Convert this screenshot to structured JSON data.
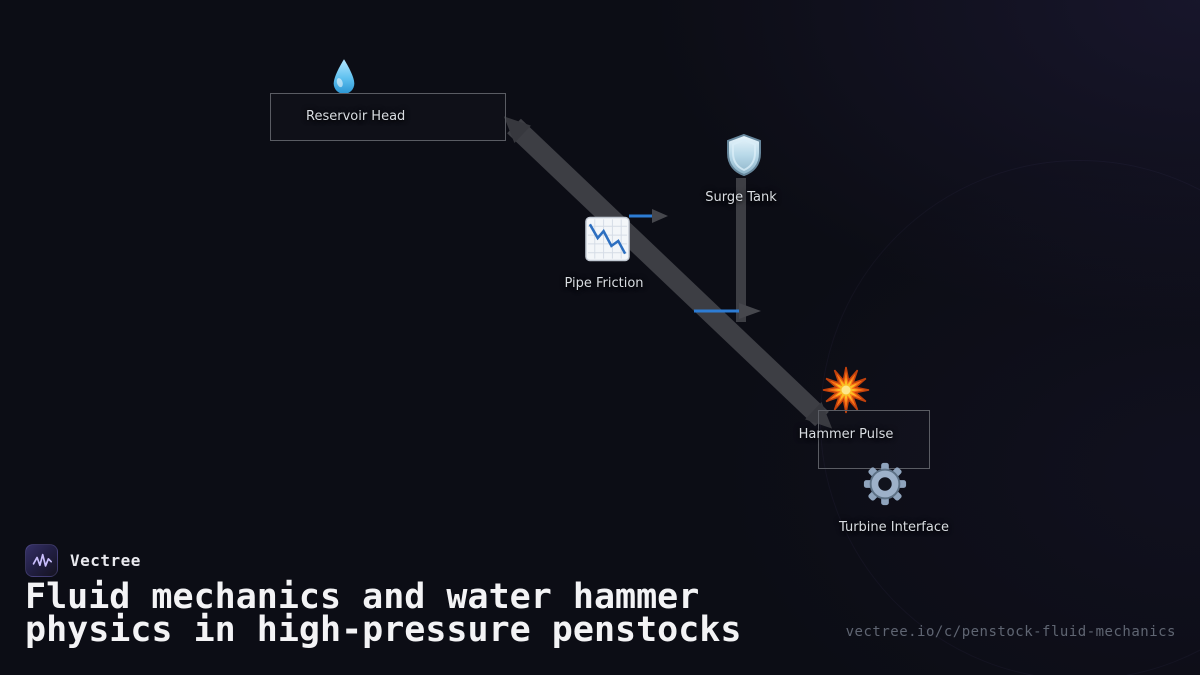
{
  "diagram": {
    "nodes": [
      {
        "id": "reservoir-head",
        "label": "Reservoir Head",
        "icon": "droplet-icon"
      },
      {
        "id": "pipe-friction",
        "label": "Pipe Friction",
        "icon": "chart-decreasing-icon"
      },
      {
        "id": "surge-tank",
        "label": "Surge Tank",
        "icon": "shield-icon"
      },
      {
        "id": "hammer-pulse",
        "label": "Hammer Pulse",
        "icon": "explosion-icon"
      },
      {
        "id": "turbine-interface",
        "label": "Turbine Interface",
        "icon": "gear-icon"
      }
    ],
    "edges": [
      {
        "from": "reservoir-head",
        "to": "hammer-pulse",
        "style": "thick-gray-double-arrow"
      },
      {
        "from": "surge-tank",
        "to": "penstock",
        "style": "thick-gray-bar"
      },
      {
        "from": "pipe-friction",
        "to": "right",
        "style": "blue-arrow"
      },
      {
        "from": "penstock",
        "to": "right",
        "style": "blue-arrow"
      }
    ]
  },
  "branding": {
    "brand_name": "Vectree",
    "title_line1": "Fluid mechanics and water hammer",
    "title_line2": "physics in high-pressure penstocks",
    "url": "vectree.io/c/penstock-fluid-mechanics"
  },
  "colors": {
    "background": "#0c0d15",
    "pipe_gray": "#3d3e44",
    "arrow_blue": "#2d7cd4",
    "label_text": "#d9dde2",
    "title_text": "#f3f3f5",
    "url_text": "#5f6572"
  }
}
